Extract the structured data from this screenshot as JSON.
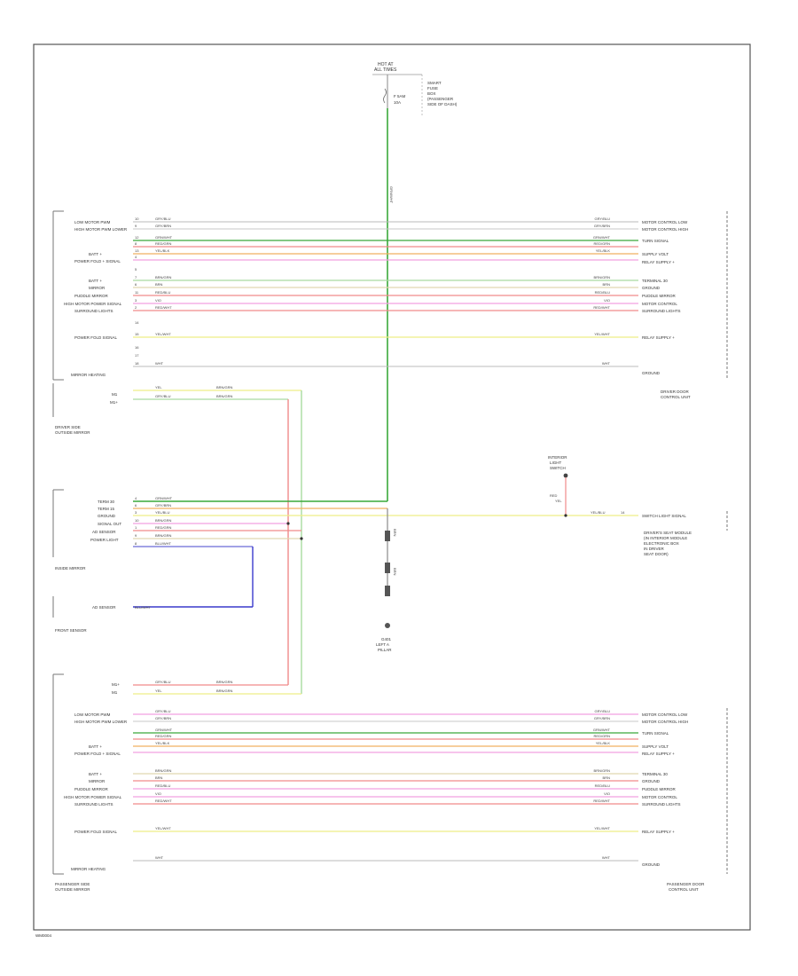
{
  "diagram": {
    "footer_code": "WM0004",
    "colors": {
      "gray": "#9a9a9a",
      "green": "#3aa83a",
      "lightgreen": "#a9dba0",
      "red": "#f08a8a",
      "yellow": "#eeee88",
      "pink": "#f2a0e0",
      "orange": "#f0b060",
      "blue": "#3a3acc",
      "tan": "#e0d8b0"
    },
    "top_fuse": {
      "lines": [
        "HOT AT",
        "ALL TIMES"
      ],
      "desc": [
        "SMART",
        "FUSE",
        "BOX",
        "(PASSENGER",
        "SIDE OF DASH)"
      ],
      "fuse": [
        "F 5AM",
        "10A"
      ]
    },
    "upper_block": {
      "left_name": [
        "DRIVER SIDE",
        "OUTSIDE MIRROR"
      ],
      "right_name": [
        "DRIVER DOOR",
        "CONTROL UNIT"
      ],
      "left_labels": [
        "LOW MOTOR PWM",
        "HIGH MOTOR PWM LOWER",
        "BATT +",
        "POWER FOLD + SIGNAL",
        "BATT +",
        "MIRROR",
        "PUDDLE MIRROR",
        "HIGH MOTOR POWER SIGNAL",
        "SURROUND LIGHTS",
        "POWER FOLD SIGNAL",
        "MIRROR HEATING"
      ],
      "right_labels": [
        "MOTOR CONTROL LOW",
        "MOTOR CONTROL HIGH",
        "TURN SIGNAL",
        "SUPPLY VOLT",
        "RELAY SUPPLY +",
        "TERMINAL 30",
        "GROUND",
        "PUDDLE MIRROR",
        "MOTOR CONTROL",
        "SURROUND LIGHTS",
        "RELAY SUPPLY +",
        "GROUND"
      ],
      "sub_labels": [
        "M1",
        "M1+"
      ]
    },
    "middle": {
      "inside_mirror_labels": [
        "TERM 30",
        "TERM 15",
        "GROUND",
        "SIGNAL OUT",
        "AD SENSOR",
        "POWER LIGHT"
      ],
      "inside_mirror_name": "INSIDE MIRROR",
      "front_sensor_label": "AD SENSOR",
      "front_sensor_name": "FRONT SENSOR",
      "ground_label": [
        "G401",
        "LEFT A",
        "PILLAR"
      ],
      "right_top": [
        "INTERIOR",
        "LIGHT",
        "SWITCH"
      ],
      "right_wire": "YEL/BLU",
      "right_name": [
        "DRIVER'S SEAT MODULE",
        "(IN INTERIOR MODULE",
        "ELECTRONIC BOX",
        "IN DRIVER",
        "SEAT DOOR)"
      ]
    },
    "lower_block": {
      "left_name": [
        "PASSENGER SIDE",
        "OUTSIDE MIRROR"
      ],
      "right_name": [
        "PASSENGER DOOR",
        "CONTROL UNIT"
      ],
      "sub_labels": [
        "M1+",
        "M1"
      ]
    },
    "wire_colors": {
      "gray_blu": "GRY/BLU",
      "gray_brn": "GRY/BRN",
      "grn_wht": "GRN/WHT",
      "red_grn": "RED/GRN",
      "yel_blk": "YEL/BLK",
      "brn_grn": "BRN/GRN",
      "brn": "BRN",
      "red_blu": "RED/BLU",
      "vio": "VIO",
      "red_wht": "RED/WHT",
      "yel_wht": "YEL/WHT",
      "wht": "WHT",
      "blu_wht": "BLU/WHT"
    }
  }
}
